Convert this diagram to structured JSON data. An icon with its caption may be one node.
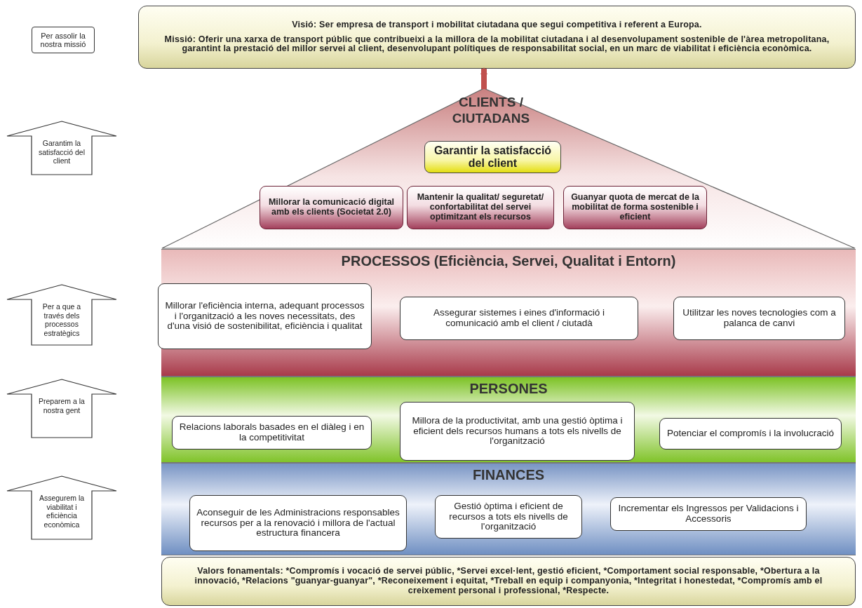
{
  "diagram": {
    "nodes": [
      {
        "text": [
          "Per assolir la nostra missió"
        ]
      },
      {
        "text": [
          "Visió: Ser empresa de transport i mobilitat ciutadana que segui competitiva i referent a Europa.",
          "Missió: Oferir una xarxa de transport públic que contribueixi a la millora de la mobilitat ciutadana i al desenvolupament sostenible de l'àrea metropolitana, garantint la prestació del millor servei al client, desenvolupant polítiques de responsabilitat social, en un marc de viabilitat i eficiència econòmica."
        ]
      },
      {
        "text": [
          "Garantim la satisfacció del client"
        ]
      },
      {
        "text": [
          "CLIENTS / CIUTADANS"
        ]
      },
      {
        "text": [
          "Garantir la satisfacció del client"
        ],
        "in": 3
      },
      {
        "text": [
          "Millorar la comunicació digital amb els clients (Societat 2.0)"
        ],
        "in": 3
      },
      {
        "text": [
          "Mantenir la qualitat/ seguretat/ confortabilitat del servei optimitzant els recursos"
        ],
        "in": 3
      },
      {
        "text": [
          "Guanyar quota de mercat de la mobilitat de forma sostenible i eficient"
        ],
        "in": 3
      },
      {
        "text": [
          "Per a que a través dels processos estratègics"
        ]
      },
      {
        "text": [
          "PROCESSOS (Eficiència, Servei, Qualitat i Entorn)"
        ]
      },
      {
        "text": [
          "Millorar l'eficiència interna, adequant processos i l'organització a les noves necessitats, des d'una visió de sostenibilitat, eficiència i qualitat"
        ],
        "in": 9
      },
      {
        "text": [
          "Assegurar sistemes i eines d'informació i comunicació amb el client / ciutadà"
        ],
        "in": 9
      },
      {
        "text": [
          "Utilitzar les noves tecnologies com a palanca de canvi"
        ],
        "in": 9
      },
      {
        "text": [
          "Preparem a la nostra gent"
        ]
      },
      {
        "text": [
          "PERSONES"
        ]
      },
      {
        "text": [
          "Relacions laborals basades en el diàleg i en la competitivitat"
        ],
        "in": 14
      },
      {
        "text": [
          "Millora de la productivitat, amb una gestió òptima i eficient dels recursos humans a tots els nivells de l'organització"
        ],
        "in": 14
      },
      {
        "text": [
          "Potenciar el compromís i la involucració"
        ],
        "in": 14
      },
      {
        "text": [
          "Assegurem la viabilitat i eficiència econòmica"
        ]
      },
      {
        "text": [
          "FINANCES"
        ]
      },
      {
        "text": [
          "Aconseguir de les Administracions responsables recursos per a la renovació i millora de l'actual estructura financera"
        ],
        "in": 19
      },
      {
        "text": [
          "Gestió òptima i eficient de recursos a tots els nivells de l'organització"
        ],
        "in": 19
      },
      {
        "text": [
          "Incrementar els Ingressos per Validacions i Accessoris"
        ],
        "in": 19
      },
      {
        "text": [
          "Valors fonamentals: *Compromís i vocació de servei públic, *Servei excel·lent, gestió eficient, *Comportament social responsable, *Obertura a la innovació, *Relacions \"guanyar-guanyar\", *Reconeixement i equitat, *Treball en equip i companyonia, *Integritat i honestedat, *Compromís amb el creixement personal i professional, *Respecte."
        ]
      }
    ],
    "edges": [
      {
        "from": 3,
        "to": 1,
        "arrow": "to"
      }
    ]
  }
}
